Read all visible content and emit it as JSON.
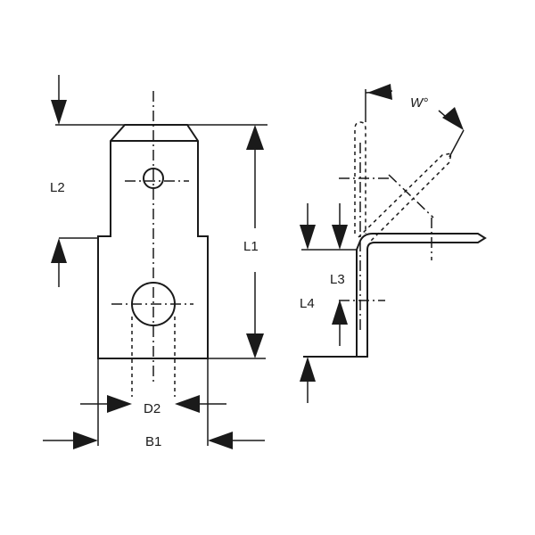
{
  "labels": {
    "l1": "L1",
    "l2": "L2",
    "l3": "L3",
    "l4": "L4",
    "d2": "D2",
    "b1": "B1",
    "w_angle": "W°"
  },
  "colors": {
    "ink": "#1a1a1a",
    "background": "#ffffff"
  }
}
